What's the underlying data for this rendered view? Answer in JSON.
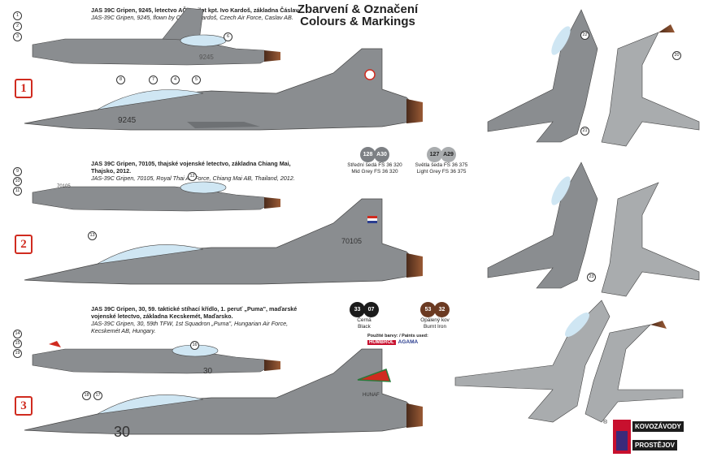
{
  "title_cz": "Zbarvení & Označení",
  "title_en": "Colours & Markings",
  "schemes": [
    {
      "marker": "1",
      "cap_bold": "JAS 39C Gripen, 9245, letectvo AČR, pilot kpt. Ivo Kardoš, základna Čáslav.",
      "cap_italic": "JAS-39C Gripen, 9245, flown by Cpt. Ivo Kardoš, Czech Air Force, Caslav AB.",
      "serial": "9245"
    },
    {
      "marker": "2",
      "cap_bold": "JAS 39C Gripen, 70105, thajské vojenské letectvo,  základna Chiang Mai, Thajsko, 2012.",
      "cap_italic": "JAS-39C Gripen, 70105, Royal Thai Air Force, Chiang Mai AB, Thailand, 2012.",
      "serial": "70105"
    },
    {
      "marker": "3",
      "cap_bold": "JAS 39C Gripen, 30, 59. taktické stíhací křídlo, 1. peruť „Puma\", maďarské vojenské letectvo,  základna Kecskemét, Maďarsko.",
      "cap_italic": "JAS-39C Gripen, 30, 59th TFW, 1st Squadron „Puma\", Hungarian Air Force, Kecskemét AB, Hungary.",
      "serial": "30",
      "fin_text": "HUNAF"
    }
  ],
  "colors": [
    {
      "a": "128",
      "b": "A30",
      "cz": "Střední šedá FS 36 320",
      "en": "Mid Grey FS 36 320",
      "hex": "#7d8084"
    },
    {
      "a": "127",
      "b": "A29",
      "cz": "Světla šeda FS 36 375",
      "en": "Light Grey FS 36 375",
      "hex": "#a9acae"
    },
    {
      "a": "33",
      "b": "07",
      "cz": "Černá",
      "en": "Black",
      "hex": "#1b1b1b"
    },
    {
      "a": "53",
      "b": "32",
      "cz": "Opálený kov",
      "en": "Burnt Iron",
      "hex": "#6b3a22"
    }
  ],
  "paints_used": "Použité barvy: / Paints used:",
  "brand1": "HUMBROL",
  "brand2": "AGAMA",
  "logo_top": "KOVOZÁVODY",
  "logo_bottom": "PROSTĚJOV",
  "logo_mark": "®",
  "callouts_top": [
    "1",
    "2",
    "3",
    "4",
    "5",
    "6",
    "7",
    "8",
    "9",
    "10",
    "11",
    "12",
    "13",
    "14",
    "15",
    "16",
    "17",
    "18",
    "19",
    "20",
    "21",
    "22",
    "23"
  ]
}
